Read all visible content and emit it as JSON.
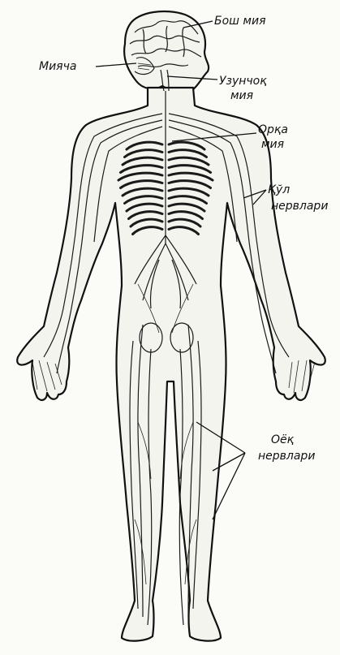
{
  "labels": {
    "brain": "Бош мия",
    "cerebellum": "Мияча",
    "medulla_line1": "Узунчоқ",
    "medulla_line2": "мия",
    "spinal_line1": "Орқа",
    "spinal_line2": "мия",
    "arm_nerves_line1": "Қўл",
    "arm_nerves_line2": "нервлари",
    "leg_nerves_line1": "Оёқ",
    "leg_nerves_line2": "нервлари"
  },
  "colors": {
    "ink": "#111111",
    "paper": "#fbfbf8"
  }
}
